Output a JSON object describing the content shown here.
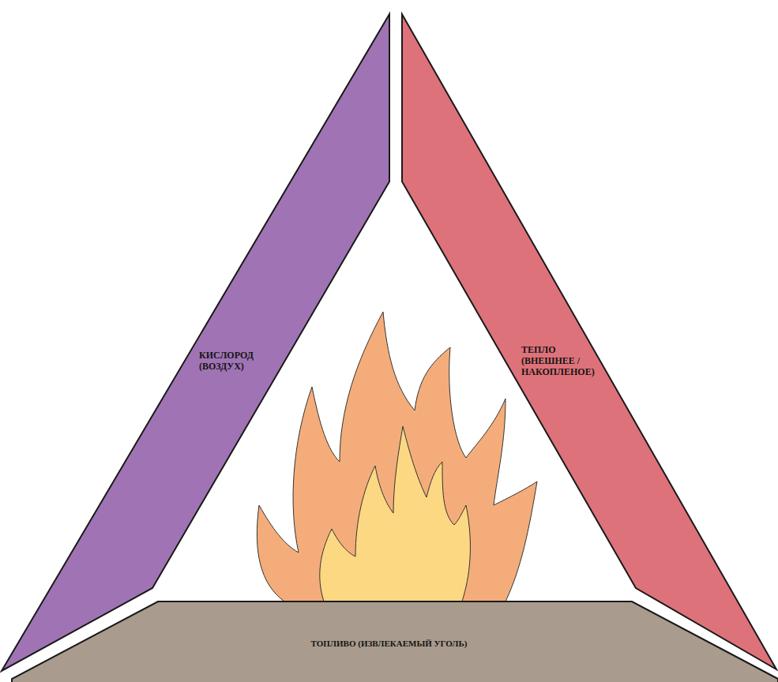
{
  "diagram": {
    "nodes": [
      {
        "text": [
          "КИСЛОРОД (ВОЗДУХ)"
        ]
      },
      {
        "text": [
          "ТЕПЛО (ВНЕШНЕЕ / НАКОПЛЕНОЕ)"
        ]
      },
      {
        "text": [
          "ТОПЛИВО (ИЗВЛЕКАЕМЫЙ УГОЛЬ)"
        ]
      }
    ]
  }
}
